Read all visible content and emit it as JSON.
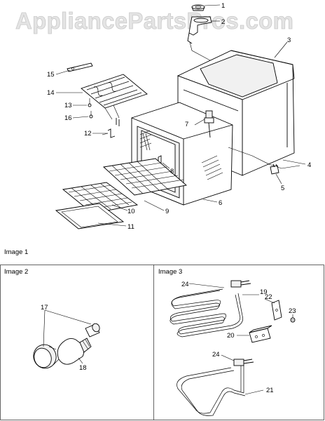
{
  "watermark": {
    "text": "AppliancePartsPros.com"
  },
  "sections": {
    "image1": "Image 1",
    "image2": "Image 2",
    "image3": "Image 3"
  },
  "callouts": {
    "c1": "1",
    "c2": "2",
    "c3": "3",
    "c4": "4",
    "c5": "5",
    "c6": "6",
    "c7": "7",
    "c8": "8",
    "c9": "9",
    "c10": "10",
    "c11": "11",
    "c12": "12",
    "c13": "13",
    "c14": "14",
    "c15": "15",
    "c16": "16",
    "c17": "17",
    "c18": "18",
    "c19": "19",
    "c20": "20",
    "c21": "21",
    "c22": "22",
    "c23": "23",
    "c24a": "24",
    "c24b": "24"
  }
}
